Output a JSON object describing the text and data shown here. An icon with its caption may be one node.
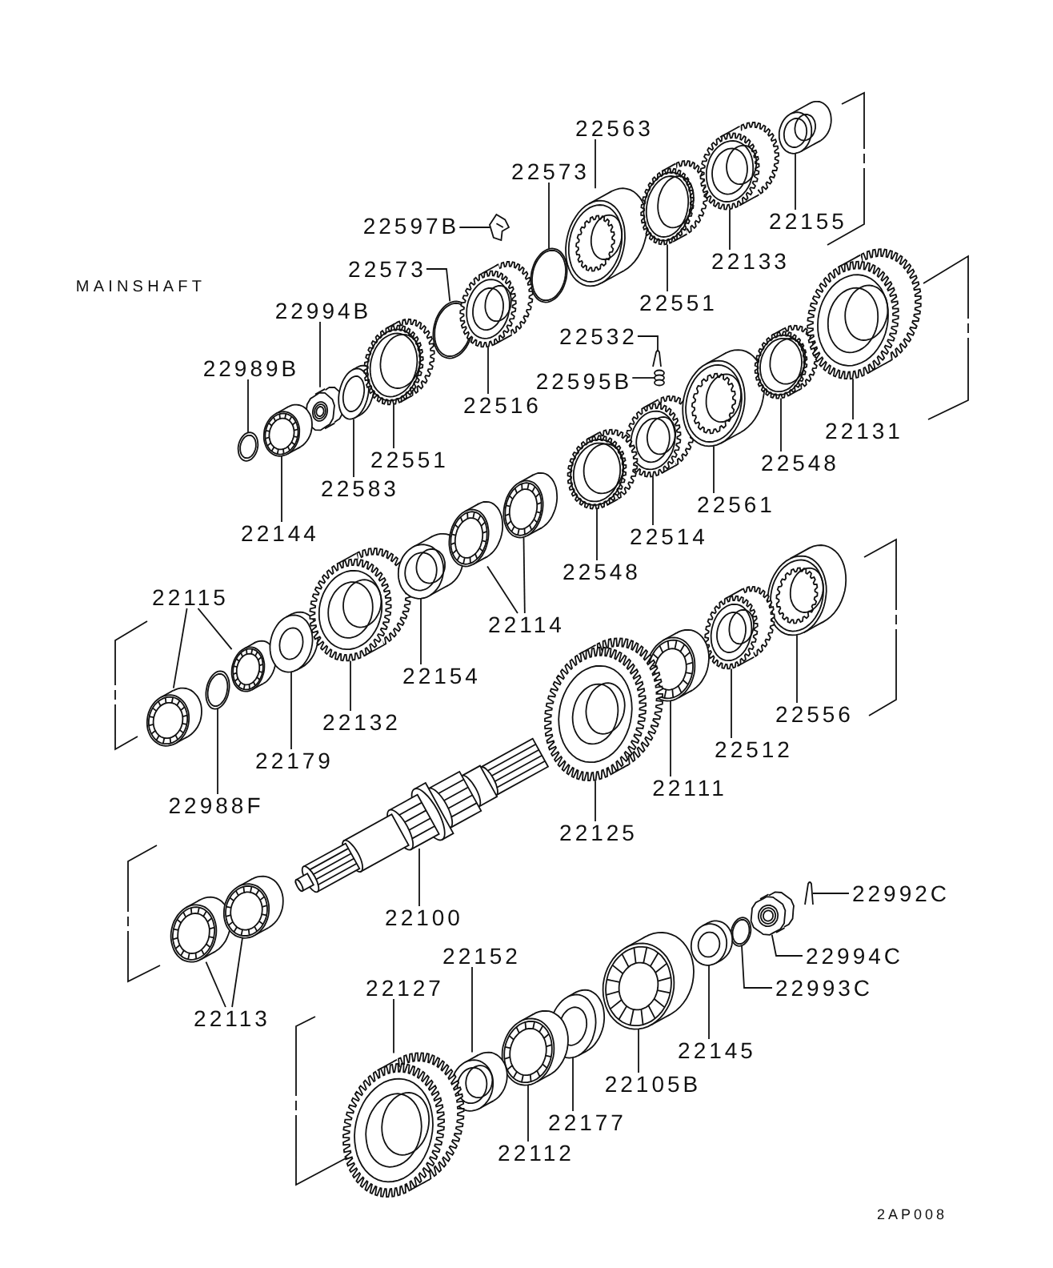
{
  "diagram": {
    "nodes": [
      {
        "text": [
          "22563"
        ]
      },
      {
        "text": [],
        "shape": "sleeve"
      },
      {
        "text": [
          "22573"
        ]
      },
      {
        "text": [],
        "shape": "ring"
      },
      {
        "text": [
          "22551"
        ]
      },
      {
        "text": [],
        "shape": "gear"
      },
      {
        "text": [
          "22133"
        ]
      },
      {
        "text": [],
        "shape": "gear"
      },
      {
        "text": [
          "22155"
        ]
      },
      {
        "text": [],
        "shape": "collar"
      },
      {
        "text": [
          "22597B"
        ]
      },
      {
        "text": [],
        "shape": "clip"
      },
      {
        "text": [
          "22573"
        ]
      },
      {
        "text": [],
        "shape": "ring"
      },
      {
        "text": [
          "22516"
        ]
      },
      {
        "text": [],
        "shape": "gear"
      },
      {
        "text": [
          "22994B"
        ]
      },
      {
        "text": [],
        "shape": "nut"
      },
      {
        "text": [
          "22989B"
        ]
      },
      {
        "text": [],
        "shape": "ring"
      },
      {
        "text": [
          "22144"
        ]
      },
      {
        "text": [],
        "shape": "bearing"
      },
      {
        "text": [
          "22583"
        ]
      },
      {
        "text": [],
        "shape": "washer"
      },
      {
        "text": [
          "22551"
        ]
      },
      {
        "text": [],
        "shape": "gear"
      },
      {
        "text": [
          "22532"
        ]
      },
      {
        "text": [],
        "shape": "pin"
      },
      {
        "text": [
          "22595B"
        ]
      },
      {
        "text": [],
        "shape": "spring"
      },
      {
        "text": [
          "22514"
        ]
      },
      {
        "text": [],
        "shape": "gear"
      },
      {
        "text": [
          "22548"
        ]
      },
      {
        "text": [],
        "shape": "gear"
      },
      {
        "text": [
          "22561"
        ]
      },
      {
        "text": [],
        "shape": "sleeve"
      },
      {
        "text": [
          "22548"
        ]
      },
      {
        "text": [],
        "shape": "gear"
      },
      {
        "text": [
          "22131"
        ]
      },
      {
        "text": [],
        "shape": "gear"
      },
      {
        "text": [
          "22115"
        ]
      },
      {
        "text": [],
        "shape": "bearing"
      },
      {
        "text": [],
        "shape": "bearing"
      },
      {
        "text": [
          "22988F"
        ]
      },
      {
        "text": [],
        "shape": "ring"
      },
      {
        "text": [
          "22179"
        ]
      },
      {
        "text": [],
        "shape": "washer"
      },
      {
        "text": [
          "22132"
        ]
      },
      {
        "text": [],
        "shape": "gear"
      },
      {
        "text": [
          "22154"
        ]
      },
      {
        "text": [],
        "shape": "collar"
      },
      {
        "text": [
          "22114"
        ]
      },
      {
        "text": [],
        "shape": "bearing"
      },
      {
        "text": [],
        "shape": "bearing"
      },
      {
        "text": [
          "22100"
        ]
      },
      {
        "text": [],
        "shape": "shaft"
      },
      {
        "text": [
          "22113"
        ]
      },
      {
        "text": [],
        "shape": "bearing"
      },
      {
        "text": [],
        "shape": "bearing"
      },
      {
        "text": [
          "22556"
        ]
      },
      {
        "text": [],
        "shape": "sleeve"
      },
      {
        "text": [
          "22512"
        ]
      },
      {
        "text": [],
        "shape": "gear"
      },
      {
        "text": [
          "22111"
        ]
      },
      {
        "text": [],
        "shape": "bearing"
      },
      {
        "text": [
          "22125"
        ]
      },
      {
        "text": [],
        "shape": "gear"
      },
      {
        "text": [
          "22992C"
        ]
      },
      {
        "text": [],
        "shape": "pin"
      },
      {
        "text": [
          "22994C"
        ]
      },
      {
        "text": [],
        "shape": "nut"
      },
      {
        "text": [
          "22993C"
        ]
      },
      {
        "text": [],
        "shape": "ring"
      },
      {
        "text": [
          "22145"
        ]
      },
      {
        "text": [],
        "shape": "washer"
      },
      {
        "text": [
          "22105B"
        ]
      },
      {
        "text": [],
        "shape": "bearing"
      },
      {
        "text": [
          "22177"
        ]
      },
      {
        "text": [],
        "shape": "washer"
      },
      {
        "text": [
          "22112"
        ]
      },
      {
        "text": [],
        "shape": "bearing"
      },
      {
        "text": [
          "22152"
        ]
      },
      {
        "text": [],
        "shape": "collar"
      },
      {
        "text": [
          "22127"
        ]
      },
      {
        "text": [],
        "shape": "gear"
      }
    ],
    "edges": [
      {
        "from": 0,
        "to": 1,
        "arrow": "none"
      },
      {
        "from": 2,
        "to": 3,
        "arrow": "none"
      },
      {
        "from": 4,
        "to": 5,
        "arrow": "none"
      },
      {
        "from": 6,
        "to": 7,
        "arrow": "none"
      },
      {
        "from": 8,
        "to": 9,
        "arrow": "none"
      },
      {
        "from": 10,
        "to": 11,
        "arrow": "none"
      },
      {
        "from": 12,
        "to": 13,
        "arrow": "none"
      },
      {
        "from": 14,
        "to": 15,
        "arrow": "none"
      },
      {
        "from": 16,
        "to": 17,
        "arrow": "none"
      },
      {
        "from": 18,
        "to": 19,
        "arrow": "none"
      },
      {
        "from": 20,
        "to": 21,
        "arrow": "none"
      },
      {
        "from": 22,
        "to": 23,
        "arrow": "none"
      },
      {
        "from": 24,
        "to": 25,
        "arrow": "none"
      },
      {
        "from": 26,
        "to": 27,
        "arrow": "none"
      },
      {
        "from": 28,
        "to": 29,
        "arrow": "none"
      },
      {
        "from": 30,
        "to": 31,
        "arrow": "none"
      },
      {
        "from": 32,
        "to": 33,
        "arrow": "none"
      },
      {
        "from": 34,
        "to": 35,
        "arrow": "none"
      },
      {
        "from": 36,
        "to": 37,
        "arrow": "none"
      },
      {
        "from": 38,
        "to": 39,
        "arrow": "none"
      },
      {
        "from": 40,
        "to": 41,
        "arrow": "none"
      },
      {
        "from": 40,
        "to": 42,
        "arrow": "none"
      },
      {
        "from": 43,
        "to": 44,
        "arrow": "none"
      },
      {
        "from": 45,
        "to": 46,
        "arrow": "none"
      },
      {
        "from": 47,
        "to": 48,
        "arrow": "none"
      },
      {
        "from": 49,
        "to": 50,
        "arrow": "none"
      },
      {
        "from": 51,
        "to": 52,
        "arrow": "none"
      },
      {
        "from": 51,
        "to": 53,
        "arrow": "none"
      },
      {
        "from": 54,
        "to": 55,
        "arrow": "none"
      },
      {
        "from": 56,
        "to": 57,
        "arrow": "none"
      },
      {
        "from": 56,
        "to": 58,
        "arrow": "none"
      },
      {
        "from": 59,
        "to": 60,
        "arrow": "none"
      },
      {
        "from": 61,
        "to": 62,
        "arrow": "none"
      },
      {
        "from": 63,
        "to": 64,
        "arrow": "none"
      },
      {
        "from": 65,
        "to": 66,
        "arrow": "none"
      },
      {
        "from": 67,
        "to": 68,
        "arrow": "none"
      },
      {
        "from": 69,
        "to": 70,
        "arrow": "none"
      },
      {
        "from": 71,
        "to": 72,
        "arrow": "none"
      },
      {
        "from": 73,
        "to": 74,
        "arrow": "none"
      },
      {
        "from": 75,
        "to": 76,
        "arrow": "none"
      },
      {
        "from": 77,
        "to": 78,
        "arrow": "none"
      },
      {
        "from": 79,
        "to": 80,
        "arrow": "none"
      },
      {
        "from": 81,
        "to": 82,
        "arrow": "none"
      },
      {
        "from": 83,
        "to": 84,
        "arrow": "none"
      }
    ],
    "labels": [
      "MAINSHAFT",
      "2AP008"
    ]
  }
}
